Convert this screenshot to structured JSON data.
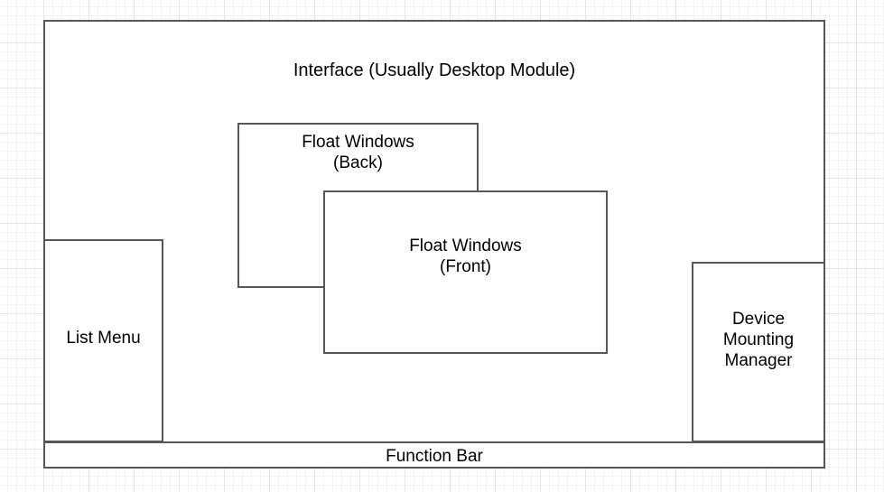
{
  "diagram": {
    "interface": {
      "title": "Interface (Usually Desktop Module)"
    },
    "panels": {
      "list_menu": {
        "label": "List Menu"
      },
      "device_manager": {
        "label": "Device\nMounting\nManager"
      },
      "float_window_back": {
        "label": "Float Windows\n(Back)"
      },
      "float_window_front": {
        "label": "Float Windows\n(Front)"
      },
      "function_bar": {
        "label": "Function Bar"
      }
    },
    "colors": {
      "border": "#555759",
      "text": "#000000",
      "background": "#ffffff",
      "grid_minor": "#f2f3f5",
      "grid_major": "#e3e6ea"
    }
  }
}
